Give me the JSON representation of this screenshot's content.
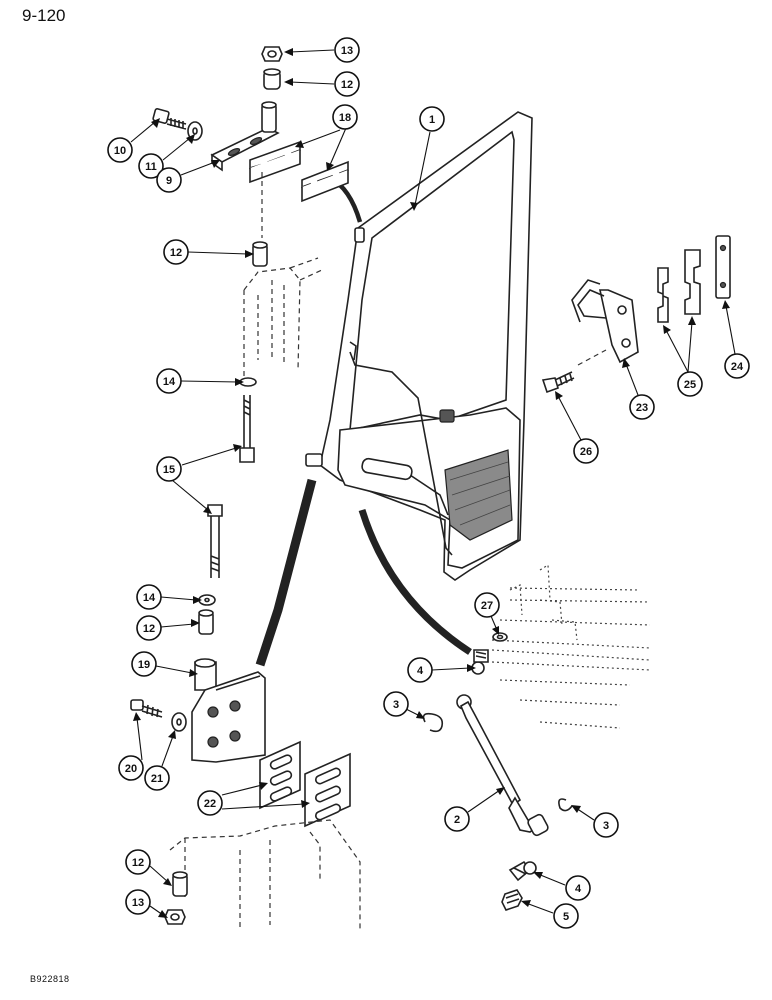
{
  "page_number": "9-120",
  "figure_code": "B922818",
  "callouts": [
    {
      "id": "c13a",
      "label": "13"
    },
    {
      "id": "c12a",
      "label": "12"
    },
    {
      "id": "c10",
      "label": "10"
    },
    {
      "id": "c11",
      "label": "11"
    },
    {
      "id": "c9",
      "label": "9"
    },
    {
      "id": "c18",
      "label": "18"
    },
    {
      "id": "c1",
      "label": "1"
    },
    {
      "id": "c12b",
      "label": "12"
    },
    {
      "id": "c14a",
      "label": "14"
    },
    {
      "id": "c15",
      "label": "15"
    },
    {
      "id": "c14b",
      "label": "14"
    },
    {
      "id": "c12c",
      "label": "12"
    },
    {
      "id": "c19",
      "label": "19"
    },
    {
      "id": "c20",
      "label": "20"
    },
    {
      "id": "c21",
      "label": "21"
    },
    {
      "id": "c22",
      "label": "22"
    },
    {
      "id": "c12d",
      "label": "12"
    },
    {
      "id": "c13b",
      "label": "13"
    },
    {
      "id": "c23",
      "label": "23"
    },
    {
      "id": "c24",
      "label": "24"
    },
    {
      "id": "c25",
      "label": "25"
    },
    {
      "id": "c26",
      "label": "26"
    },
    {
      "id": "c27",
      "label": "27"
    },
    {
      "id": "c4a",
      "label": "4"
    },
    {
      "id": "c3a",
      "label": "3"
    },
    {
      "id": "c2",
      "label": "2"
    },
    {
      "id": "c3b",
      "label": "3"
    },
    {
      "id": "c4b",
      "label": "4"
    },
    {
      "id": "c5",
      "label": "5"
    }
  ]
}
